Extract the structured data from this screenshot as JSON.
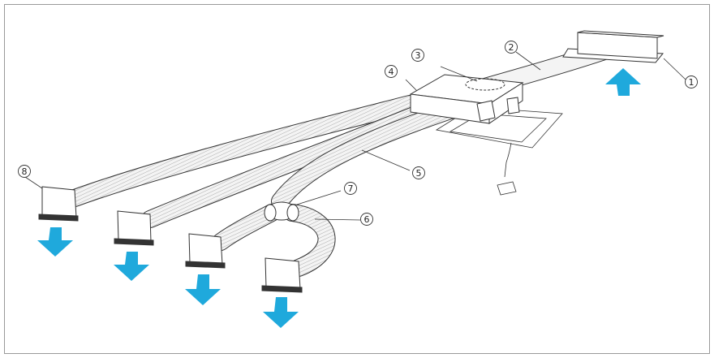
{
  "figure": {
    "labels": [
      {
        "id": "unit",
        "text": "1"
      },
      {
        "id": "intake-hose",
        "text": "2"
      },
      {
        "id": "chamber-top",
        "text": "3"
      },
      {
        "id": "chamber",
        "text": "4"
      },
      {
        "id": "main-hose",
        "text": "5"
      },
      {
        "id": "branch-hose",
        "text": "6"
      },
      {
        "id": "y-joint",
        "text": "7"
      },
      {
        "id": "outlet",
        "text": "8"
      }
    ],
    "colors": {
      "arrow": "#1fa9dc",
      "line": "#333333",
      "hose_fill": "#f4f4f4"
    }
  }
}
